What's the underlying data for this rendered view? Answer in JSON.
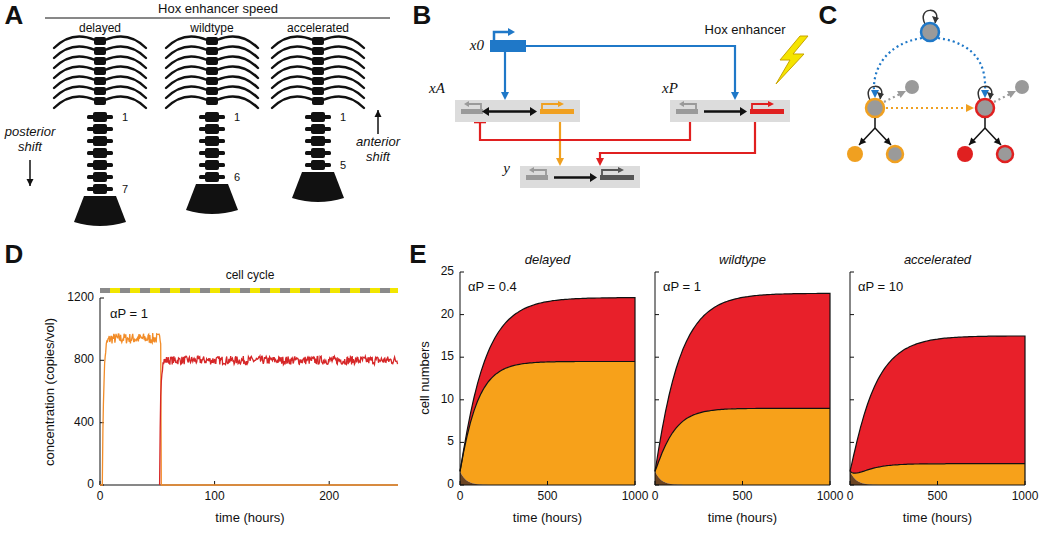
{
  "diagram": {
    "nodes": [
      {
        "text": [
          "x0"
        ]
      },
      {
        "text": [
          "xA"
        ]
      },
      {
        "text": [
          "xP"
        ]
      },
      {
        "text": [
          "y"
        ]
      }
    ],
    "edges": [
      {
        "from": 0,
        "to": 1,
        "arrow": "to"
      },
      {
        "from": 0,
        "to": 2,
        "arrow": "to"
      },
      {
        "from": 1,
        "to": 3,
        "arrow": "to"
      },
      {
        "from": 2,
        "to": 3,
        "arrow": "to"
      },
      {
        "from": 2,
        "to": 1,
        "arrow": "to"
      }
    ],
    "labels": [
      "A",
      "Hox enhancer speed",
      "delayed",
      "wildtype",
      "accelerated",
      "posterior shift",
      "anterior shift",
      "1",
      "7",
      "1",
      "6",
      "1",
      "5",
      "B",
      "Hox enhancer",
      "C",
      "D",
      "cell cycle",
      "αP = 1",
      "concentration (copies/vol)",
      "0",
      "400",
      "800",
      "1200",
      "0",
      "100",
      "200",
      "time (hours)",
      "E",
      "delayed",
      "wildtype",
      "accelerated",
      "αP = 0.4",
      "αP = 1",
      "αP = 10",
      "cell numbers",
      "0",
      "5",
      "10",
      "15",
      "20",
      "25",
      "0",
      "500",
      "1000",
      "0",
      "500",
      "1000",
      "0",
      "500",
      "1000",
      "time (hours)",
      "time (hours)",
      "time (hours)"
    ]
  }
}
